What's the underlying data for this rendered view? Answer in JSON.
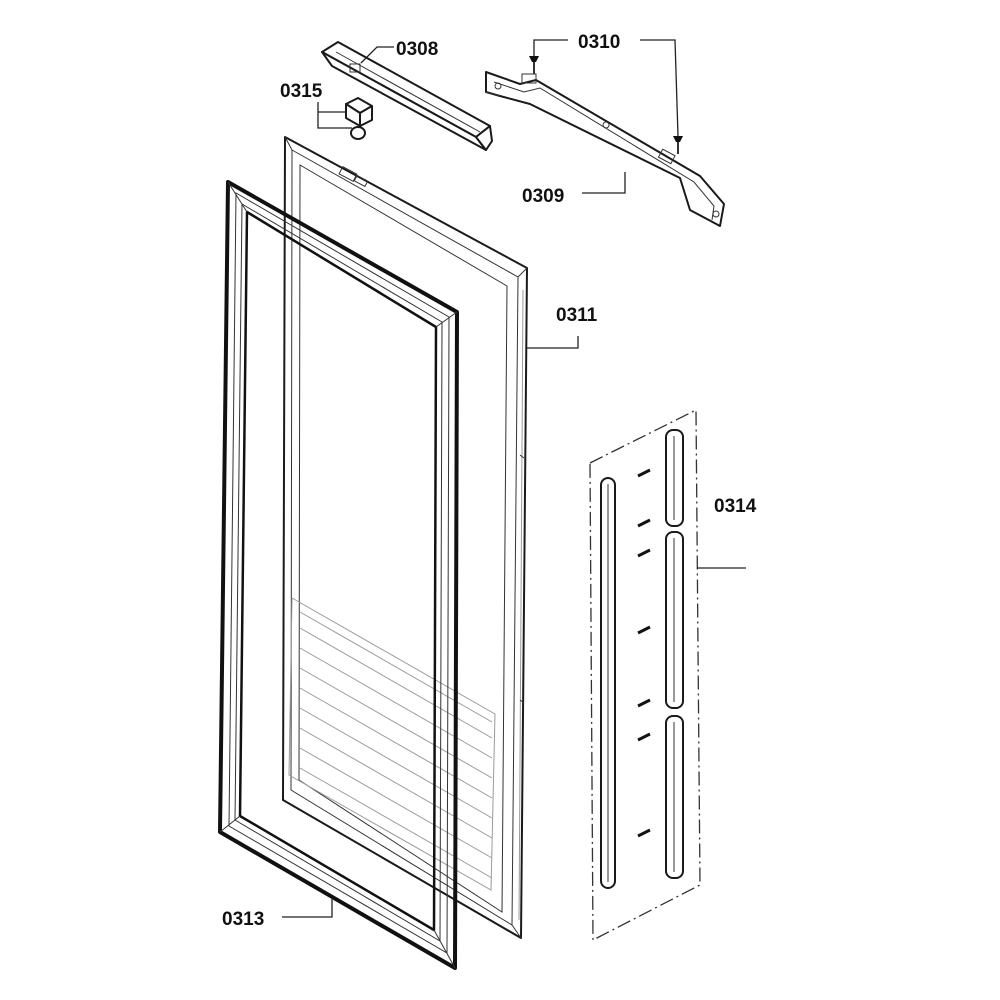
{
  "parts": [
    {
      "key": "p0308",
      "label": "0308"
    },
    {
      "key": "p0309",
      "label": "0309"
    },
    {
      "key": "p0310",
      "label": "0310"
    },
    {
      "key": "p0311",
      "label": "0311"
    },
    {
      "key": "p0313",
      "label": "0313"
    },
    {
      "key": "p0314",
      "label": "0314"
    },
    {
      "key": "p0315",
      "label": "0315"
    }
  ],
  "colors": {
    "line": "#1a1a1a",
    "background": "#ffffff"
  },
  "icons": {
    "screw": "screw-icon"
  }
}
